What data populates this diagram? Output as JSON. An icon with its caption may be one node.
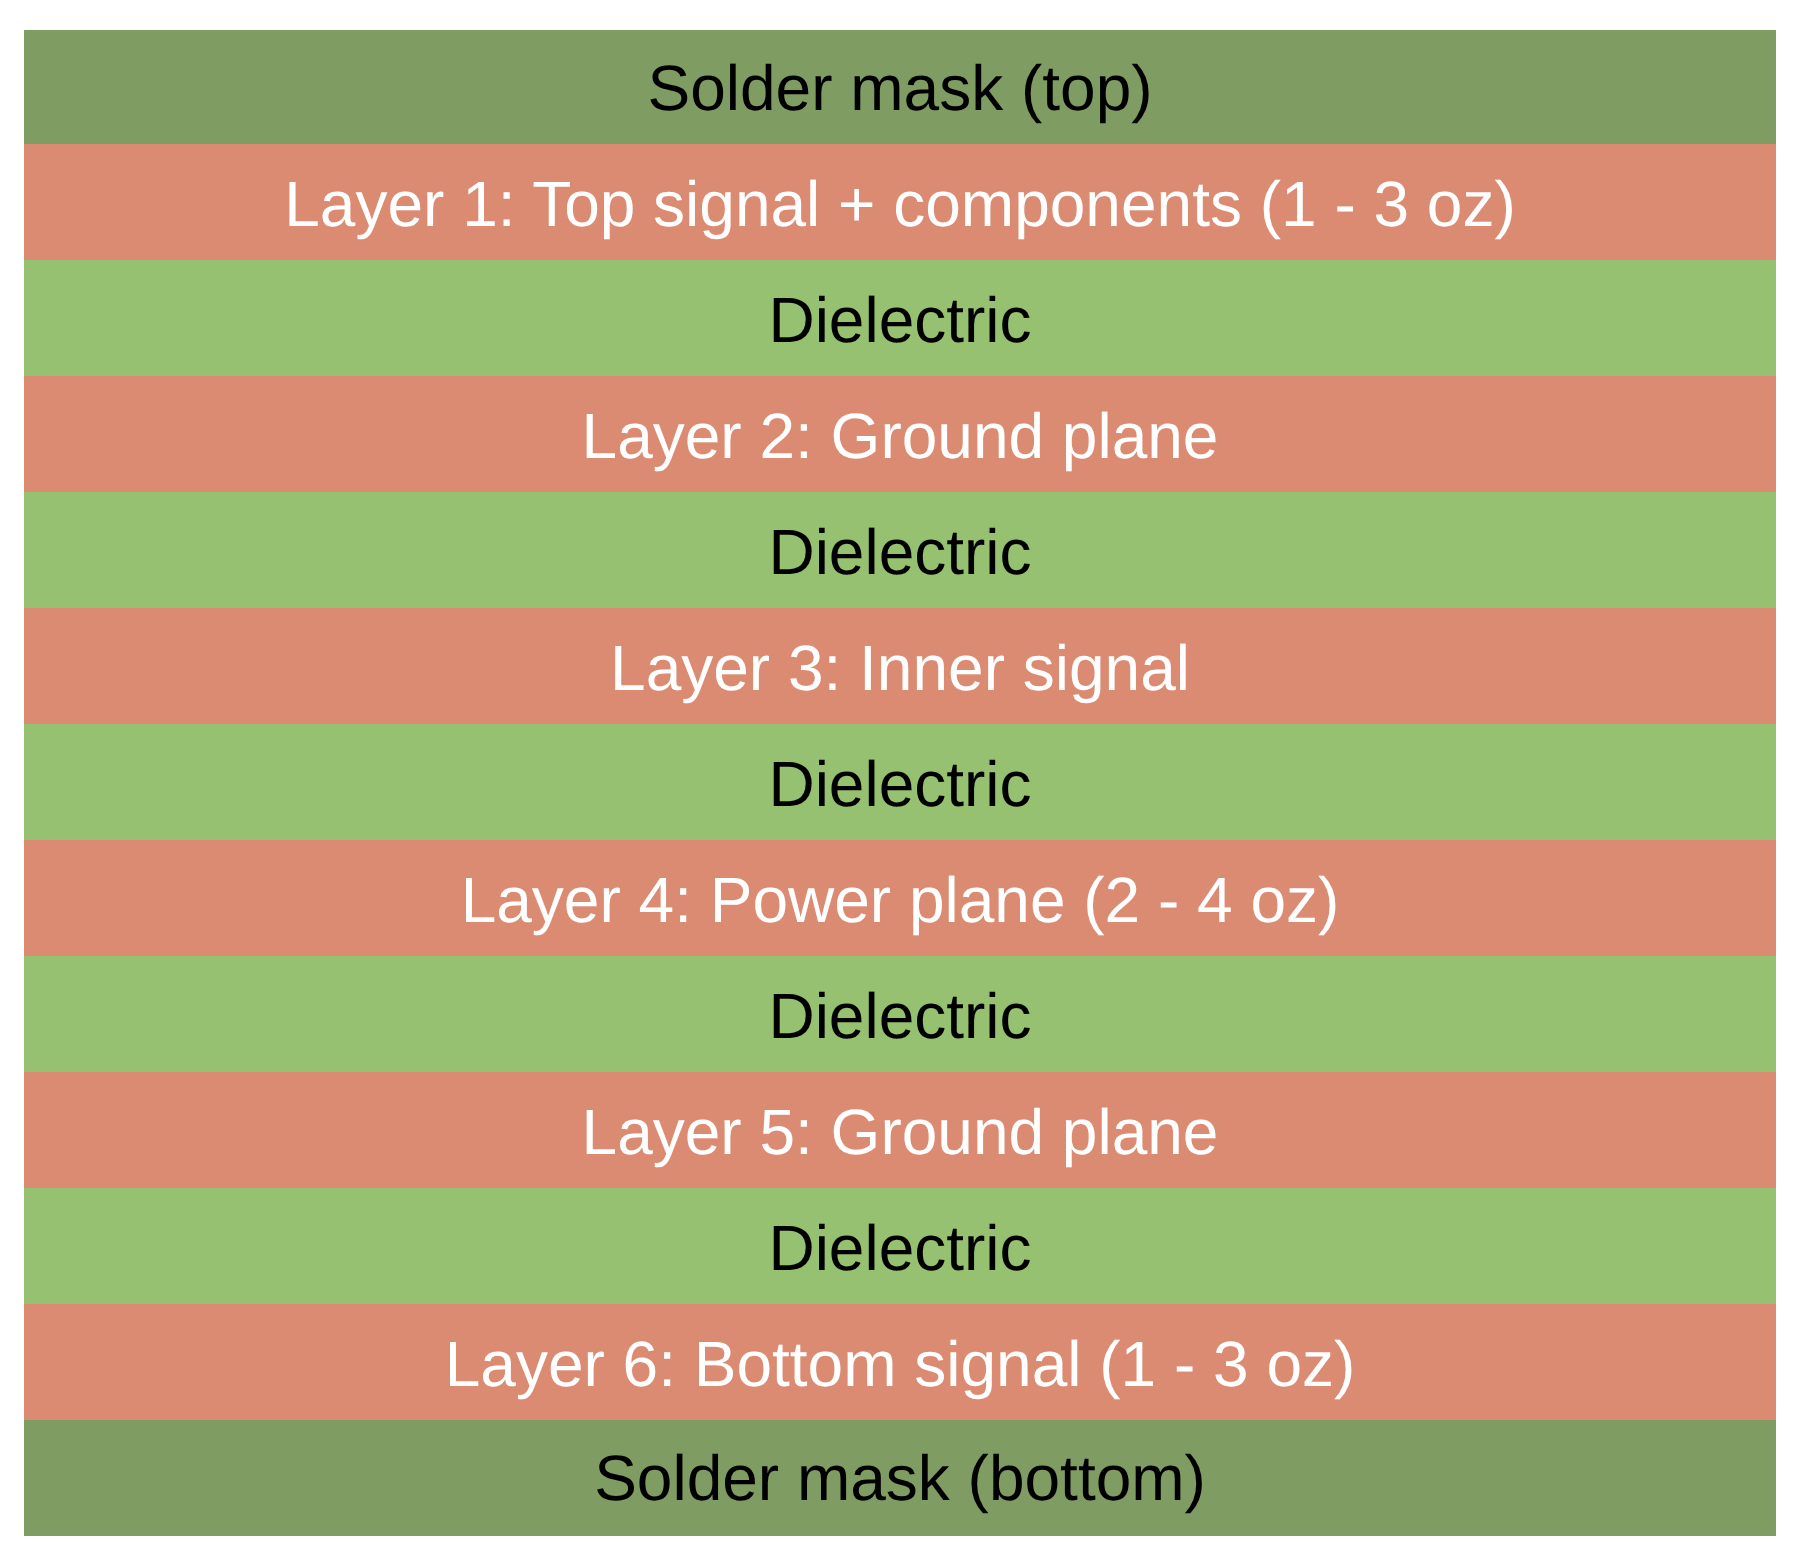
{
  "diagram": {
    "nodes": [
      {
        "text": [
          "Solder mask (top)"
        ]
      },
      {
        "text": [
          "Layer 1: Top signal + components (1 - 3 oz)"
        ]
      },
      {
        "text": [
          "Dielectric"
        ]
      },
      {
        "text": [
          "Layer 2: Ground plane"
        ]
      },
      {
        "text": [
          "Dielectric"
        ]
      },
      {
        "text": [
          "Layer 3: Inner signal"
        ]
      },
      {
        "text": [
          "Dielectric"
        ]
      },
      {
        "text": [
          "Layer 4: Power plane (2 - 4 oz)"
        ]
      },
      {
        "text": [
          "Dielectric"
        ]
      },
      {
        "text": [
          "Layer 5: Ground plane"
        ]
      },
      {
        "text": [
          "Dielectric"
        ]
      },
      {
        "text": [
          "Layer 6: Bottom signal (1 - 3 oz)"
        ]
      },
      {
        "text": [
          "Solder mask (bottom)"
        ]
      }
    ]
  }
}
